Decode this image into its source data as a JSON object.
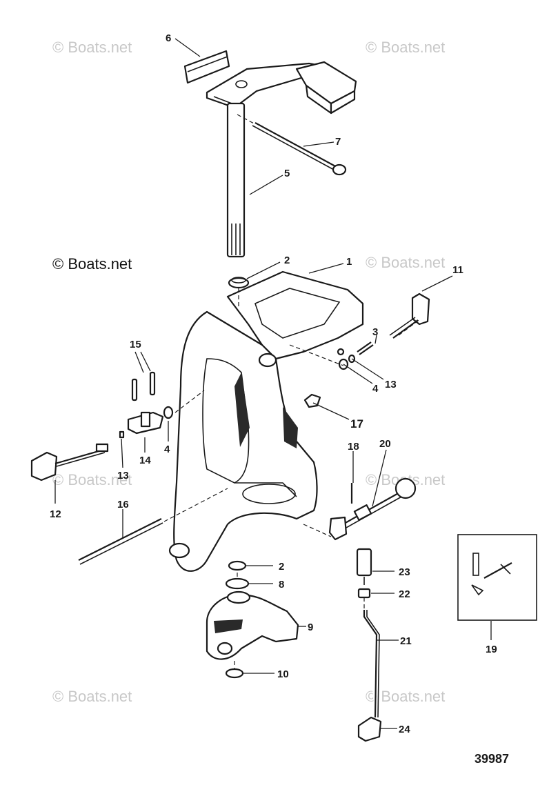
{
  "watermarks": {
    "light": "© Boats.net",
    "dark": "© Boats.net"
  },
  "figure_number": "39987",
  "callouts": {
    "c1": "1",
    "c2_top": "2",
    "c2_bottom": "2",
    "c3": "3",
    "c4_right": "4",
    "c4_left": "4",
    "c5": "5",
    "c6": "6",
    "c7": "7",
    "c8": "8",
    "c9": "9",
    "c10": "10",
    "c11": "11",
    "c12": "12",
    "c13_right": "13",
    "c13_left": "13",
    "c14": "14",
    "c15": "15",
    "c16": "16",
    "c17": "17",
    "c18": "18",
    "c19": "19",
    "c20": "20",
    "c21": "21",
    "c22": "22",
    "c23": "23",
    "c24": "24"
  }
}
